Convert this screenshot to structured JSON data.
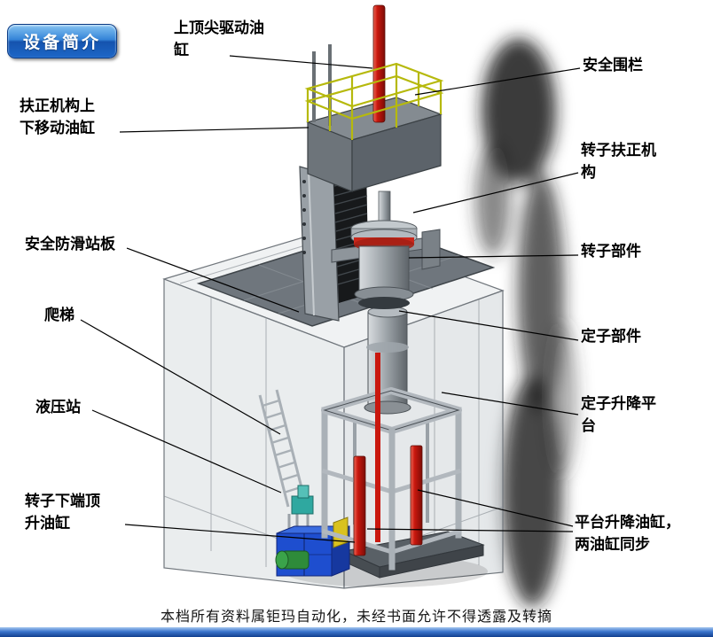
{
  "title_badge": {
    "label": "设备简介"
  },
  "labels": {
    "top_drive_cylinder": "上顶尖驱动油\n缸",
    "safety_fence": "安全围栏",
    "centering_lift_cylinder": "扶正机构上\n下移动油缸",
    "rotor_centering_mechanism": "转子扶正机\n构",
    "anti_slip_platform": "安全防滑站板",
    "rotor_component": "转子部件",
    "ladder": "爬梯",
    "stator_component": "定子部件",
    "hydraulic_station": "液压站",
    "stator_lift_platform": "定子升降平\n台",
    "rotor_bottom_jack_cylinder": "转子下端顶\n升油缸",
    "platform_lift_cylinders": "平台升降油缸，\n两油缸同步"
  },
  "footer": {
    "disclaimer": "本档所有资料属钜玛自动化，未经书面允许不得透露及转摘"
  },
  "colors": {
    "badge_blue": "#1e5bb4",
    "footer_bar_blue": "#2f6cc4",
    "cylinder_red": "#c9170e",
    "railing_yellow": "#b5b80a",
    "hydraulic_blue": "#1e4ecf",
    "label_text": "#000000"
  }
}
